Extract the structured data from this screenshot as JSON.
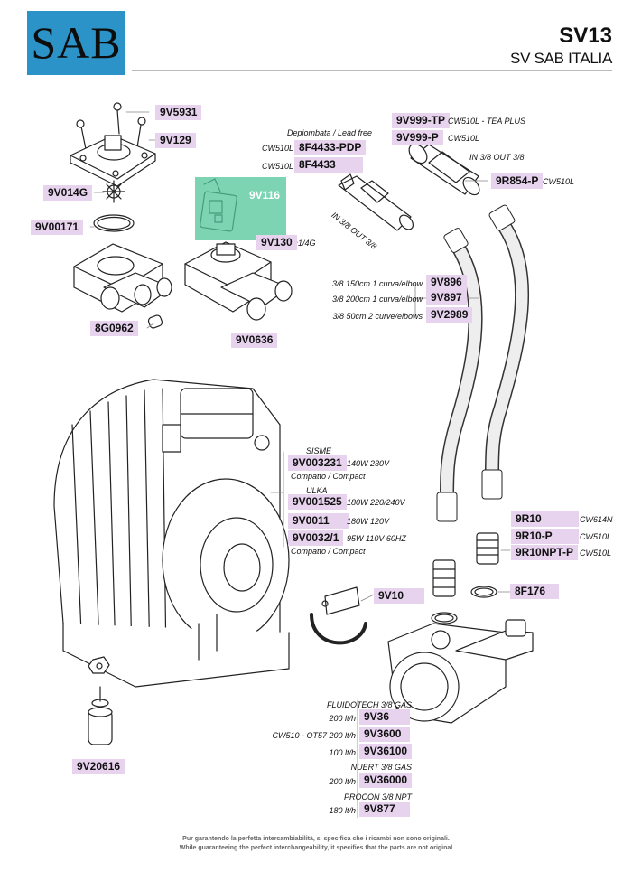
{
  "header": {
    "logo_text": "SAB",
    "model": "SV13",
    "subtitle": "SV SAB ITALIA",
    "brand_color": "#2b93c7"
  },
  "parts": {
    "p9V5931": "9V5931",
    "p9V129": "9V129",
    "p9V014G": "9V014G",
    "p9V00171": "9V00171",
    "p9V116": "9V116",
    "p9V130": "9V130",
    "p8G0962": "8G0962",
    "p9V0636": "9V0636",
    "p8F4433PDP": "8F4433-PDP",
    "p8F4433": "8F4433",
    "p9V999TP": "9V999-TP",
    "p9V999P": "9V999-P",
    "p9R854P": "9R854-P",
    "p9V896": "9V896",
    "p9V897": "9V897",
    "p9V2989": "9V2989",
    "p9V003231": "9V003231",
    "p9V001525": "9V001525",
    "p9V0011": "9V0011",
    "p9V00321": "9V0032/1",
    "p9R10": "9R10",
    "p9R10P": "9R10-P",
    "p9R10NPTP": "9R10NPT-P",
    "p8F176": "8F176",
    "p9V10": "9V10",
    "p9V36": "9V36",
    "p9V3600": "9V3600",
    "p9V36100": "9V36100",
    "p9V36000": "9V36000",
    "p9V877": "9V877",
    "p9V20616": "9V20616"
  },
  "notes": {
    "n_130": "1/4G",
    "n_depiombata": "Depiombata / Lead free",
    "n_cw510l_a": "CW510L",
    "n_cw510l_b": "CW510L",
    "n_teaplus": "CW510L - TEA PLUS",
    "n_cw510l_c": "CW510L",
    "n_in38out38_a": "IN 3/8 OUT 3/8",
    "n_cw510l_d": "CW510L",
    "n_in38out38_b": "IN 3/8 OUT 3/8",
    "n_hose1": "3/8 150cm 1 curva/elbow",
    "n_hose2": "3/8 200cm 1 curva/elbow",
    "n_hose3": "3/8 50cm 2 curve/elbows",
    "n_sisme": "SISME",
    "n_140w": "140W 230V",
    "n_compatto1": "Compatto / Compact",
    "n_ulka": "ULKA",
    "n_180w220": "180W 220/240V",
    "n_180w120": "180W 120V",
    "n_95w": "95W 110V 60HZ",
    "n_compatto2": "Compatto / Compact",
    "n_cw614n": "CW614N",
    "n_cw510l_e": "CW510L",
    "n_cw510l_f": "CW510L",
    "n_fluidotech": "FLUIDOTECH 3/8 GAS",
    "n_200lth_a": "200 lt/h",
    "n_cw510ot57": "CW510 - OT57 200 lt/h",
    "n_100lth": "100 lt/h",
    "n_nuert": "NUERT 3/8 GAS",
    "n_200lth_b": "200 lt/h",
    "n_procon": "PROCON 3/8 NPT",
    "n_180lth": "180 lt/h"
  },
  "footer": {
    "line1": "Pur garantendo la perfetta intercambiabilità, si specifica che i ricambi non sono originali.",
    "line2": "While guaranteeing the perfect interchangeability, it specifies that the parts are not original"
  },
  "colors": {
    "tag_bg": "#e7d3ee",
    "tag_highlight": "#52c59a"
  }
}
